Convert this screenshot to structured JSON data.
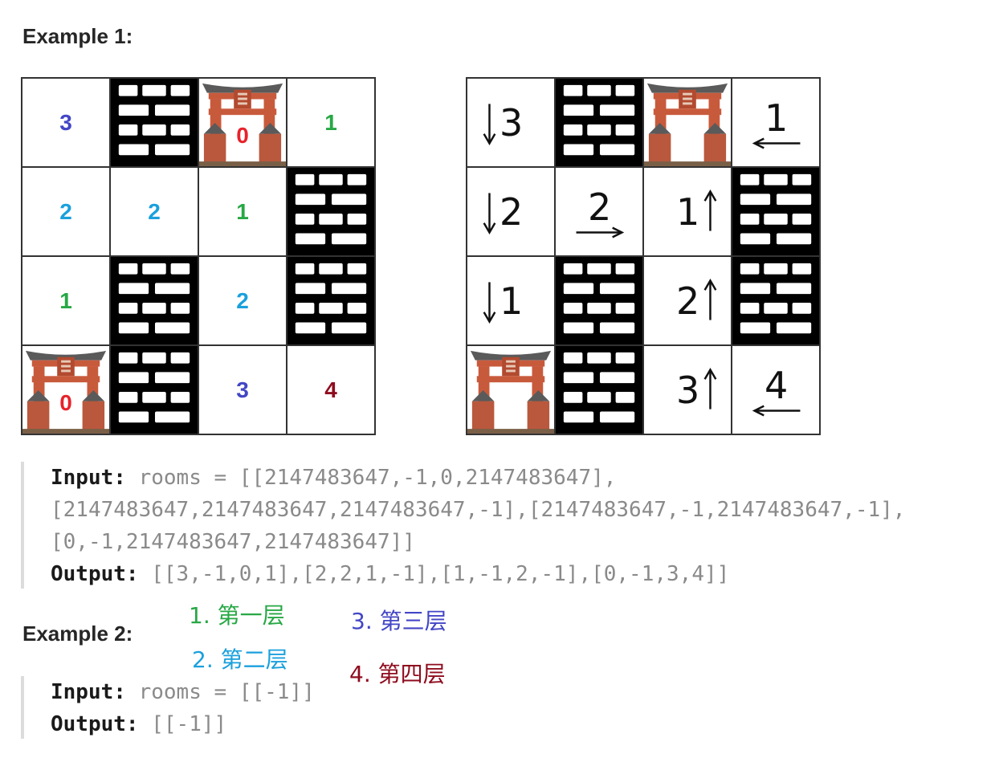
{
  "example1": {
    "heading": "Example 1:",
    "input_label": "Input:",
    "input_lines": [
      "rooms = [[2147483647,-1,0,2147483647],",
      "[2147483647,2147483647,2147483647,-1],[2147483647,-1,2147483647,-1],",
      "[0,-1,2147483647,2147483647]]"
    ],
    "output_label": "Output:",
    "output_value": "[[3,-1,0,1],[2,2,1,-1],[1,-1,2,-1],[0,-1,3,4]]"
  },
  "example2": {
    "heading": "Example 2:",
    "input_label": "Input:",
    "input_value": "rooms = [[-1]]",
    "output_label": "Output:",
    "output_value": "[[-1]]"
  },
  "left_grid": [
    [
      {
        "t": "num",
        "v": "3",
        "c": "#4346c5"
      },
      {
        "t": "wall"
      },
      {
        "t": "gate",
        "v": "0"
      },
      {
        "t": "num",
        "v": "1",
        "c": "#27a845"
      }
    ],
    [
      {
        "t": "num",
        "v": "2",
        "c": "#1aa0dc"
      },
      {
        "t": "num",
        "v": "2",
        "c": "#1aa0dc"
      },
      {
        "t": "num",
        "v": "1",
        "c": "#27a845"
      },
      {
        "t": "wall"
      }
    ],
    [
      {
        "t": "num",
        "v": "1",
        "c": "#27a845"
      },
      {
        "t": "wall"
      },
      {
        "t": "num",
        "v": "2",
        "c": "#1aa0dc"
      },
      {
        "t": "wall"
      }
    ],
    [
      {
        "t": "gate",
        "v": "0"
      },
      {
        "t": "wall"
      },
      {
        "t": "num",
        "v": "3",
        "c": "#4346c5"
      },
      {
        "t": "num",
        "v": "4",
        "c": "#8e0c1e"
      }
    ]
  ],
  "right_grid": [
    [
      {
        "t": "dir",
        "v": "3",
        "a": "down"
      },
      {
        "t": "wall"
      },
      {
        "t": "gate"
      },
      {
        "t": "dir",
        "v": "1",
        "a": "left"
      }
    ],
    [
      {
        "t": "dir",
        "v": "2",
        "a": "down"
      },
      {
        "t": "dir",
        "v": "2",
        "a": "right"
      },
      {
        "t": "dir",
        "v": "1",
        "a": "up"
      },
      {
        "t": "wall"
      }
    ],
    [
      {
        "t": "dir",
        "v": "1",
        "a": "down"
      },
      {
        "t": "wall"
      },
      {
        "t": "dir",
        "v": "2",
        "a": "up"
      },
      {
        "t": "wall"
      }
    ],
    [
      {
        "t": "gate"
      },
      {
        "t": "wall"
      },
      {
        "t": "dir",
        "v": "3",
        "a": "up"
      },
      {
        "t": "dir",
        "v": "4",
        "a": "left"
      }
    ]
  ],
  "legend": {
    "l1": "1. 第一层",
    "l2": "2. 第二层",
    "l3": "3. 第三层",
    "l4": "4. 第四层"
  },
  "colors": {
    "floor1": "#27a845",
    "floor2": "#1aa0dc",
    "floor3": "#4346c5",
    "floor4": "#8e0c1e",
    "gate_label": "#e8222a"
  }
}
